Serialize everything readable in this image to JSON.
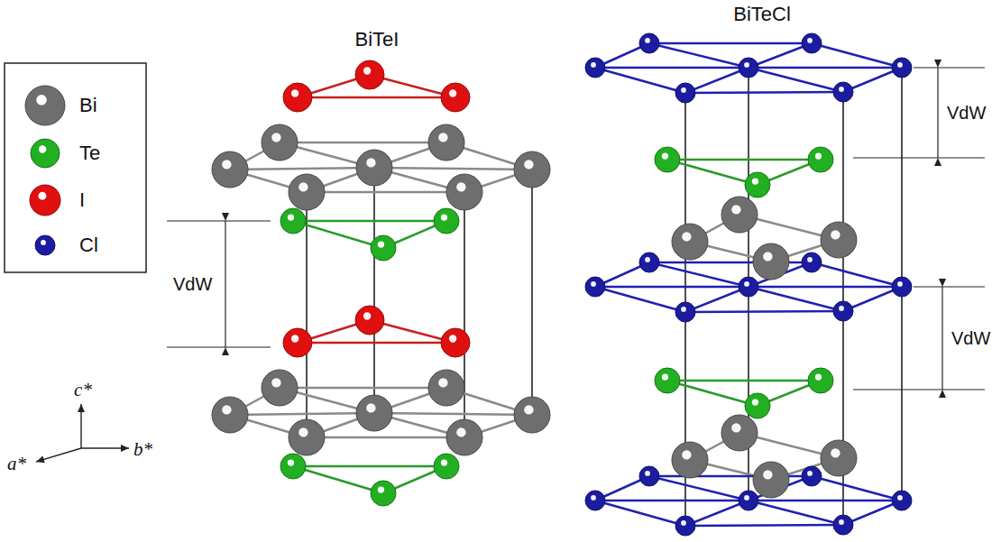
{
  "diagram": {
    "labels": [
      "BiTeI",
      "BiTeCl",
      "VdW",
      "VdW",
      "VdW",
      "c*",
      "a*",
      "b*"
    ],
    "legend": [
      {
        "text": "Bi",
        "color": "#6e6e6e"
      },
      {
        "text": "Te",
        "color": "#22b022"
      },
      {
        "text": "I",
        "color": "#e01010"
      },
      {
        "text": "Cl",
        "color": "#1c1ca0"
      }
    ]
  }
}
